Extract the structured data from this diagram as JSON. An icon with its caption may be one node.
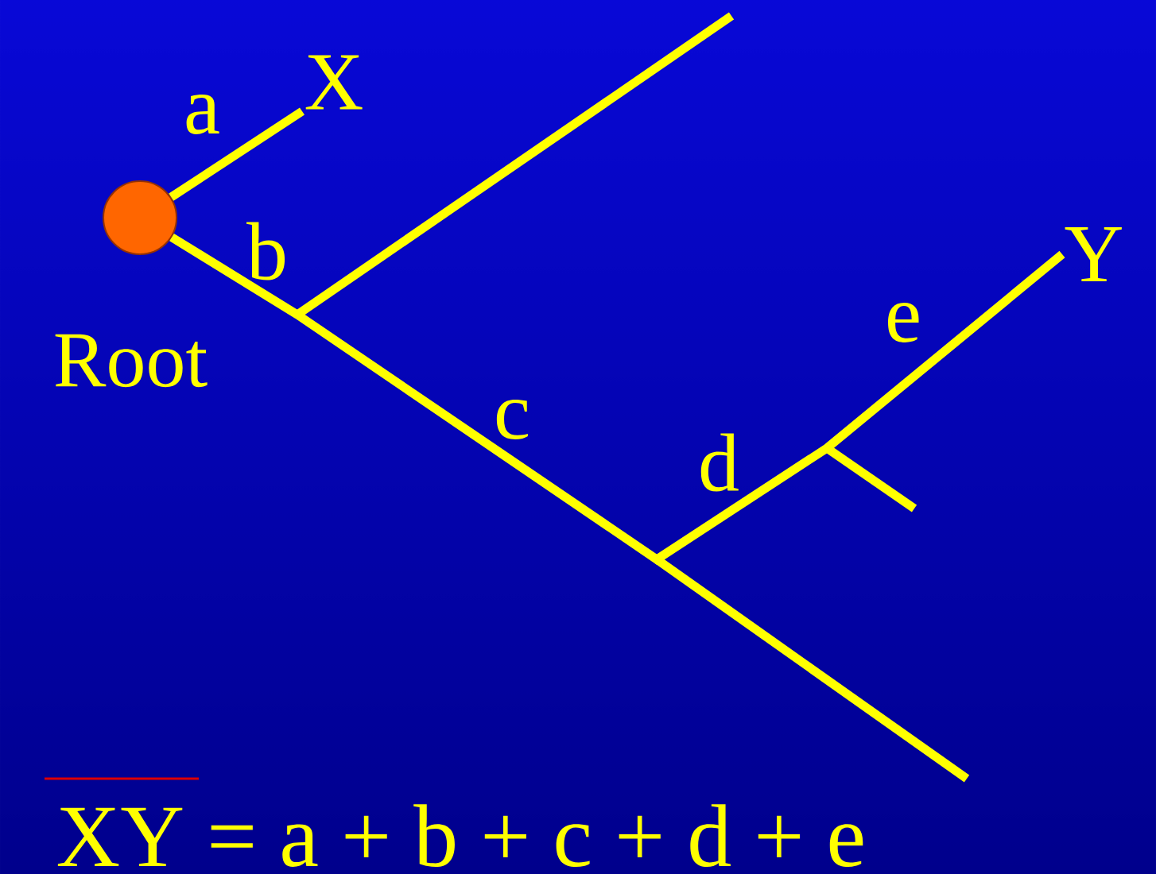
{
  "diagram": {
    "nodes": [
      {
        "text": [],
        "shape": "circle",
        "beside": [
          "Root"
        ]
      },
      {
        "text": [
          "X"
        ]
      },
      {
        "text": [
          "Y"
        ]
      }
    ],
    "edges": [
      {
        "from": 0,
        "to": 1,
        "arrow": "none",
        "label": "a"
      },
      {
        "from": 0,
        "to": 2,
        "arrow": "none"
      }
    ],
    "labels": [
      "b",
      "e",
      "c",
      "d",
      "XY = a + b + c + d + e"
    ]
  }
}
